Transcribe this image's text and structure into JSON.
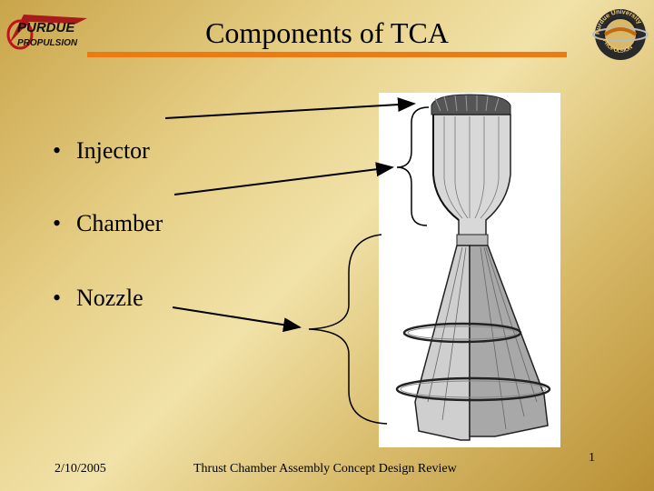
{
  "slide": {
    "title": "Components of TCA",
    "logo_left_line1": "PURDUE",
    "logo_left_line2": "PROPULSION",
    "logo_right_text_top": "Purdue University",
    "logo_right_text_bottom": "PROPULSION",
    "bullets": [
      {
        "marker": "•",
        "label": "Injector"
      },
      {
        "marker": "•",
        "label": "Chamber"
      },
      {
        "marker": "•",
        "label": "Nozzle"
      }
    ],
    "footer_date": "2/10/2005",
    "footer_title": "Thrust Chamber Assembly Concept Design Review",
    "page_number": "1"
  },
  "colors": {
    "accent_rule": "#f07a12",
    "background": "#dcc27a",
    "text": "#000000"
  },
  "icons": [
    "purdue-propulsion-logo-icon",
    "purdue-university-propulsion-seal-icon",
    "thrust-chamber-illustration-icon"
  ]
}
